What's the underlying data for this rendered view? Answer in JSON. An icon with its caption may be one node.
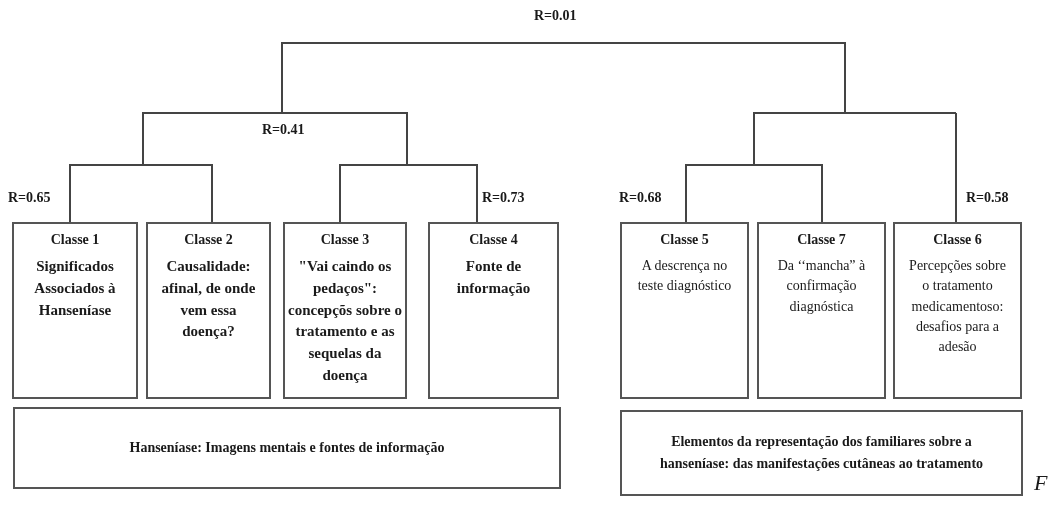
{
  "diagram": {
    "nodes": [
      {
        "text": [
          "Classe 1",
          "Significados Associados à Hanseníase"
        ]
      },
      {
        "text": [
          "Classe 2",
          "Causalidade: afinal, de onde vem essa doença?"
        ]
      },
      {
        "text": [
          "Classe 3",
          "\"Vai caindo os pedaços\": concepçõs sobre o tratamento e as sequelas da doença"
        ]
      },
      {
        "text": [
          "Classe 4",
          "Fonte de informação"
        ]
      },
      {
        "text": [
          "Classe 5",
          "A descrença no teste diagnóstico"
        ]
      },
      {
        "text": [
          "Classe 7",
          "Da ‘‘mancha” à confirmação diagnóstica"
        ]
      },
      {
        "text": [
          "Classe 6",
          "Percepções sobre o tratamento medicamentoso: desafios para a adesão"
        ]
      },
      {
        "text": [
          "Hanseníase: Imagens mentais e fontes de informação"
        ]
      },
      {
        "text": [
          "Elementos da representação dos familiares sobre a hanseníase: das manifestações cutâneas ao tratamento"
        ]
      }
    ],
    "edges": [
      {
        "from": 0,
        "to": 1,
        "arrow": "none"
      },
      {
        "from": 2,
        "to": 3,
        "arrow": "none"
      },
      {
        "from": 4,
        "to": 5,
        "arrow": "none"
      },
      {
        "from": null,
        "to": 6,
        "arrow": "none"
      }
    ],
    "labels": [
      "R=0.01",
      "R=0.41",
      "R=0.65",
      "R=0.73",
      "R=0.68",
      "R=0.58",
      "F"
    ]
  }
}
